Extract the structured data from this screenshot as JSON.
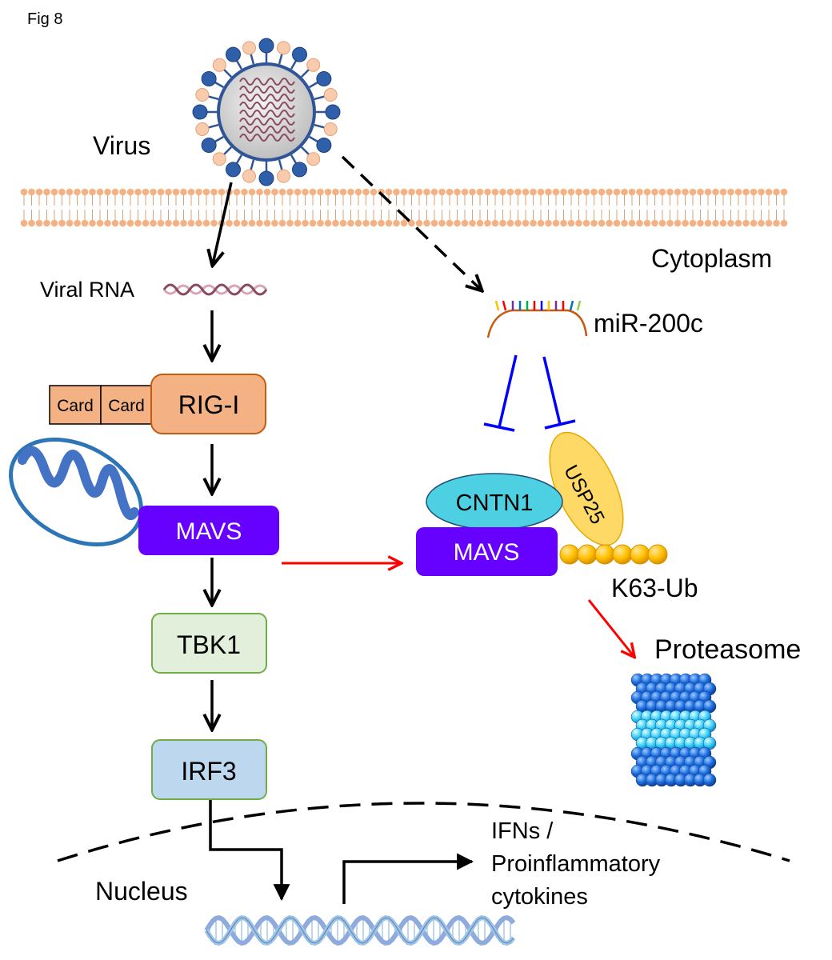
{
  "figure_label": "Fig 8",
  "labels": {
    "virus": "Virus",
    "cytoplasm": "Cytoplasm",
    "viral_rna": "Viral RNA",
    "mirna": "miR-200c",
    "k63": "K63-Ub",
    "proteasome": "Proteasome",
    "nucleus": "Nucleus",
    "output_line1": "IFNs /",
    "output_line2": "Proinflammatory",
    "output_line3": "cytokines"
  },
  "boxes": {
    "card1": "Card",
    "card2": "Card",
    "rigi": "RIG-I",
    "mavs_left": "MAVS",
    "tbk1": "TBK1",
    "irf3": "IRF3",
    "cntn1": "CNTN1",
    "usp25": "USP25",
    "mavs_right": "MAVS"
  },
  "colors": {
    "card": "#f4b183",
    "rigi": "#f4b183",
    "rigi_stroke": "#c55a11",
    "mavs": "#6600ff",
    "tbk1": "#e2efda",
    "tbk1_stroke": "#70ad47",
    "irf3": "#bdd7ee",
    "irf3_stroke": "#70ad47",
    "cntn1": "#4dd0e1",
    "usp25": "#ffd966",
    "ubiquitin": "#ffc000",
    "activation_arrow": "#000000",
    "degradation_arrow": "#ff0000",
    "inhibition": "#0000ff",
    "membrane": "#f4b183"
  }
}
